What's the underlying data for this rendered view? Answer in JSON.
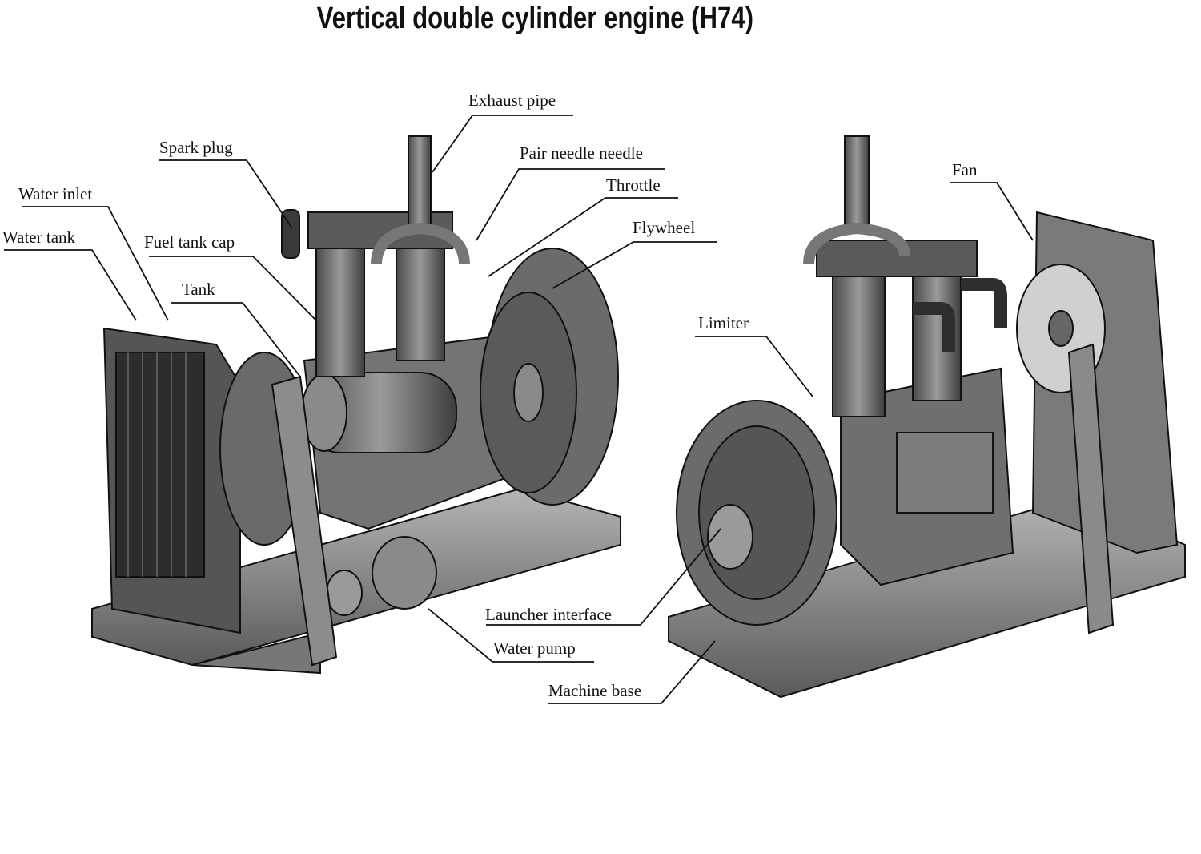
{
  "title": "Vertical double cylinder  engine (H74)",
  "colors": {
    "background": "#ffffff",
    "text": "#111111",
    "metal_dark": "#3a3a3a",
    "metal_mid": "#6e6e6e",
    "metal_light": "#a8a8a8"
  },
  "views": [
    {
      "name": "left-view",
      "labels": [
        {
          "id": "spark-plug",
          "text": "Spark plug"
        },
        {
          "id": "water-inlet",
          "text": "Water inlet"
        },
        {
          "id": "water-tank",
          "text": "Water tank"
        },
        {
          "id": "fuel-tank-cap",
          "text": "Fuel tank cap"
        },
        {
          "id": "tank",
          "text": "Tank"
        },
        {
          "id": "exhaust-pipe",
          "text": "Exhaust pipe"
        },
        {
          "id": "pair-needle-needle",
          "text": "Pair needle needle"
        },
        {
          "id": "throttle",
          "text": "Throttle"
        },
        {
          "id": "flywheel",
          "text": "Flywheel"
        },
        {
          "id": "water-pump",
          "text": "Water  pump"
        }
      ]
    },
    {
      "name": "right-view",
      "labels": [
        {
          "id": "fan",
          "text": "Fan"
        },
        {
          "id": "limiter",
          "text": "Limiter"
        },
        {
          "id": "launcher-interface",
          "text": "Launcher interface"
        },
        {
          "id": "machine-base",
          "text": "Machine base"
        }
      ]
    }
  ]
}
